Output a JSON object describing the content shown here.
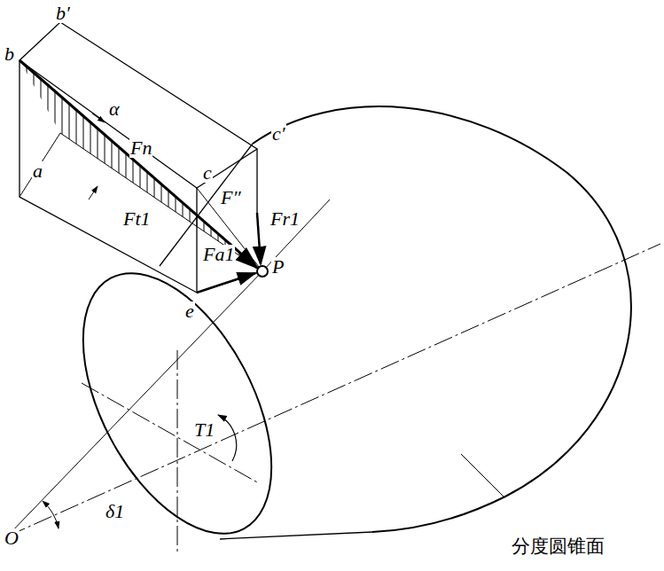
{
  "diagram": {
    "labels": [
      "b′",
      "b",
      "α",
      "a",
      "Fn",
      "c",
      "c′",
      "F″",
      "Fr1",
      "Ft1",
      "Fa1",
      "P",
      "e",
      "O",
      "δ1",
      "T1",
      "分度圆锥面"
    ]
  }
}
